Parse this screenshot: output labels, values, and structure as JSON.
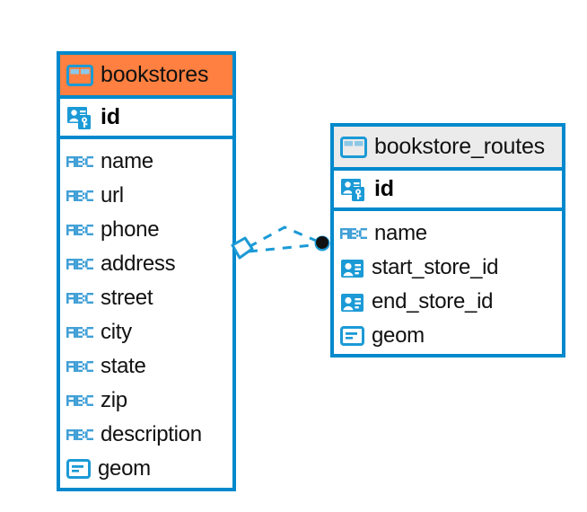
{
  "diagram": {
    "type": "entity-relationship-diagram",
    "background_color": "#ffffff",
    "accent_color": "#0089cc",
    "highlight_color": "#ff8040",
    "header_gray": "#ebebeb",
    "entities": [
      {
        "name": "bookstores",
        "header_icon": "table-icon",
        "header_highlighted": true,
        "primary_key": {
          "label": "id",
          "icon": "primary-key-icon"
        },
        "fields": [
          {
            "label": "name",
            "icon": "text-abc-icon"
          },
          {
            "label": "url",
            "icon": "text-abc-icon"
          },
          {
            "label": "phone",
            "icon": "text-abc-icon"
          },
          {
            "label": "address",
            "icon": "text-abc-icon"
          },
          {
            "label": "street",
            "icon": "text-abc-icon"
          },
          {
            "label": "city",
            "icon": "text-abc-icon"
          },
          {
            "label": "state",
            "icon": "text-abc-icon"
          },
          {
            "label": "zip",
            "icon": "text-abc-icon"
          },
          {
            "label": "description",
            "icon": "text-abc-icon"
          },
          {
            "label": "geom",
            "icon": "geometry-icon"
          }
        ]
      },
      {
        "name": "bookstore_routes",
        "header_icon": "table-icon",
        "header_highlighted": false,
        "primary_key": {
          "label": "id",
          "icon": "primary-key-icon"
        },
        "fields": [
          {
            "label": "name",
            "icon": "text-abc-icon"
          },
          {
            "label": "start_store_id",
            "icon": "foreign-key-icon"
          },
          {
            "label": "end_store_id",
            "icon": "foreign-key-icon"
          },
          {
            "label": "geom",
            "icon": "geometry-icon"
          }
        ]
      }
    ],
    "relationship": {
      "from": "bookstores",
      "to": "bookstore_routes",
      "line_style": "dashed",
      "line_color": "#1b9ad6",
      "source_marker": "diamond-marker",
      "target_marker": "filled-circle-marker",
      "target_marker_color": "#111111"
    }
  }
}
